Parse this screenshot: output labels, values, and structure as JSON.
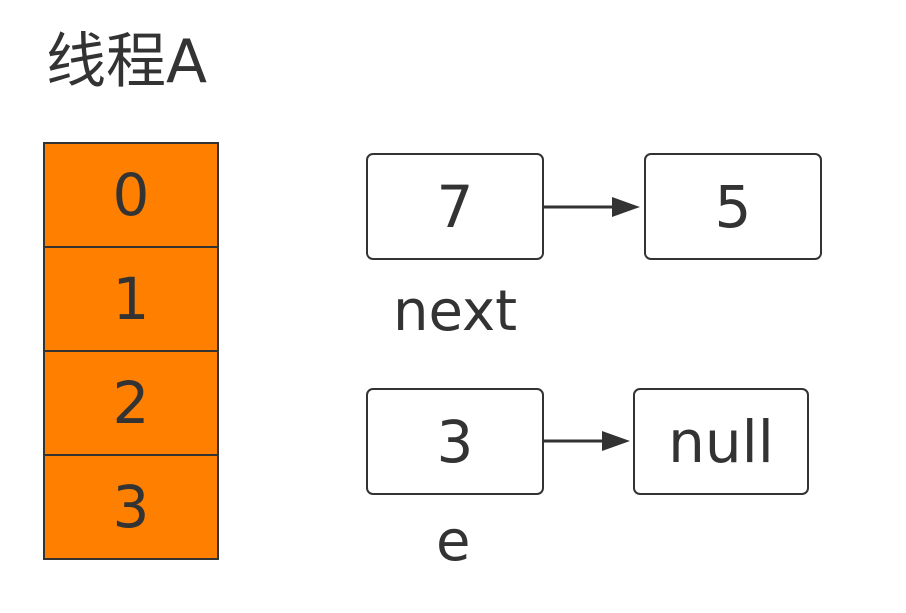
{
  "title": "线程A",
  "array": {
    "cells": [
      "0",
      "1",
      "2",
      "3"
    ],
    "fill_color": "#ff8000"
  },
  "lists": {
    "next": {
      "label": "next",
      "nodes": [
        "7",
        "5"
      ]
    },
    "e": {
      "label": "e",
      "nodes": [
        "3",
        "null"
      ]
    }
  }
}
